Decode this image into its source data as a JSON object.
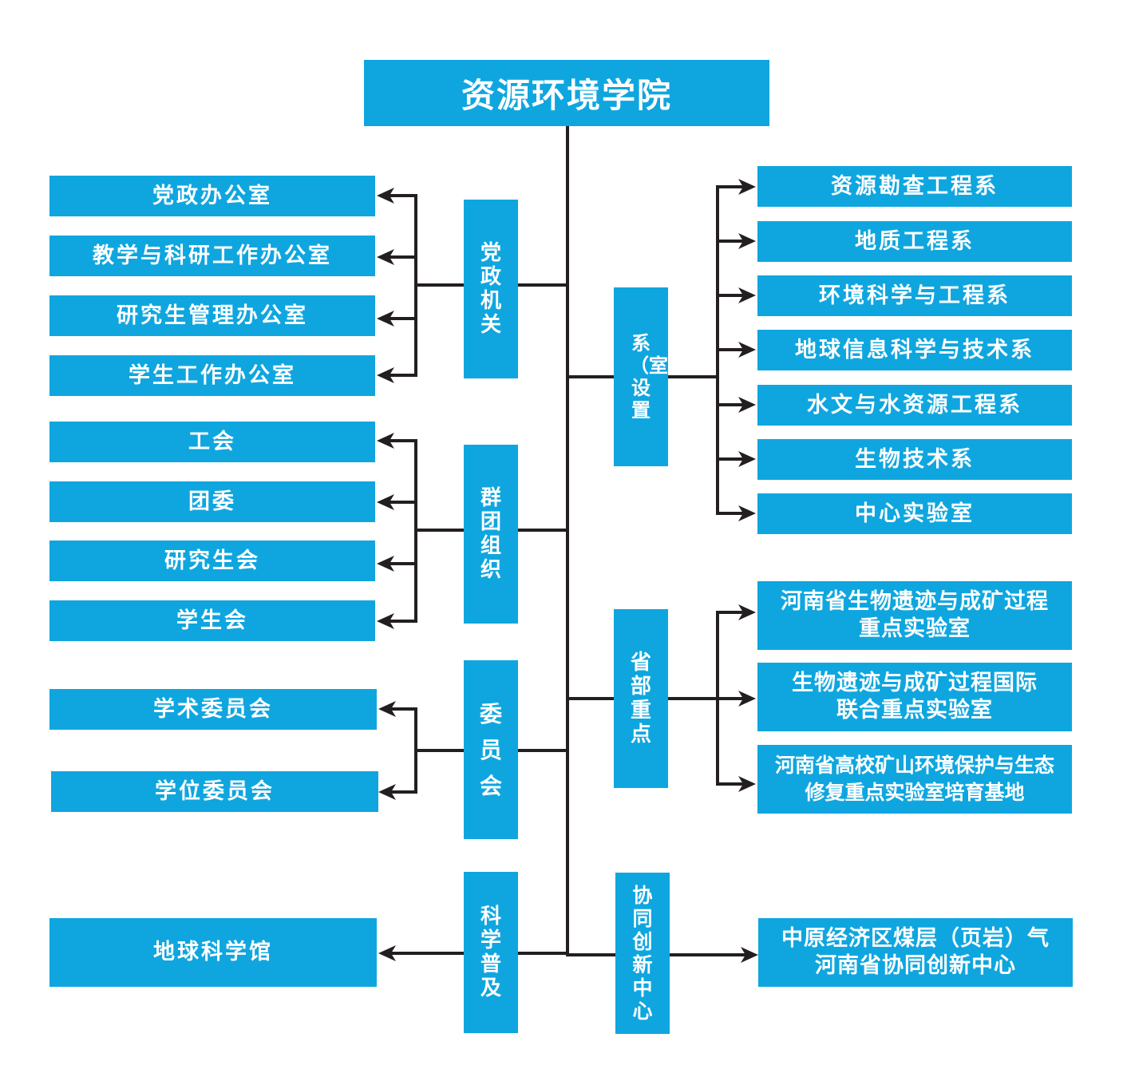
{
  "root": {
    "title": "资源环境学院"
  },
  "left": [
    {
      "category": "党政机关",
      "items": [
        "党政办公室",
        "教学与科研工作办公室",
        "研究生管理办公室",
        "学生工作办公室"
      ]
    },
    {
      "category": "群团组织",
      "items": [
        "工会",
        "团委",
        "研究生会",
        "学生会"
      ]
    },
    {
      "category": "委员会",
      "items": [
        "学术委员会",
        "学位委员会"
      ]
    },
    {
      "category": "科学普及",
      "items": [
        "地球科学馆"
      ]
    }
  ],
  "right": [
    {
      "category": "系（室）设置",
      "items": [
        "资源勘查工程系",
        "地质工程系",
        "环境科学与工程系",
        "地球信息科学与技术系",
        "水文与水资源工程系",
        "生物技术系",
        "中心实验室"
      ]
    },
    {
      "category": "省部重点",
      "items": [
        "河南省生物遗迹与成矿过程\n重点实验室",
        "生物遗迹与成矿过程国际\n联合重点实验室",
        "河南省高校矿山环境保护与生态\n修复重点实验室培育基地"
      ]
    },
    {
      "category": "协同创新中心",
      "items": [
        "中原经济区煤层（页岩）气\n河南省协同创新中心"
      ]
    }
  ],
  "colors": {
    "box": "#0fa6df",
    "line": "#231f20",
    "text": "#ffffff"
  }
}
